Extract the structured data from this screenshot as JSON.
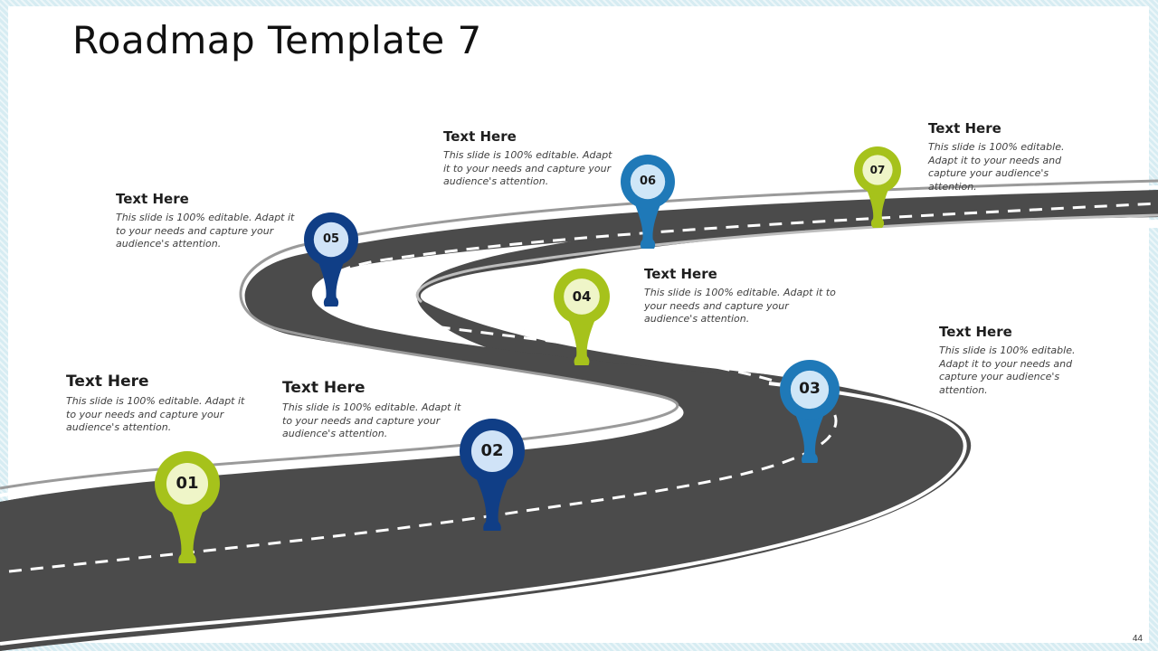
{
  "slide": {
    "title": "Roadmap Template 7",
    "page_number": "44"
  },
  "colors": {
    "road": "#4b4b4b",
    "road_edge": "#ffffff",
    "green": "#a6c21b",
    "green_light": "#eff5c8",
    "blue": "#1f79b8",
    "blue_light": "#cfe6f7",
    "navy": "#103e86",
    "navy_light": "#d0e3f7"
  },
  "milestones": [
    {
      "number": "01",
      "heading": "Text Here",
      "text": "This slide is 100% editable. Adapt it to your needs and capture your audience's attention.",
      "color": "green"
    },
    {
      "number": "02",
      "heading": "Text Here",
      "text": "This slide is 100% editable. Adapt it to your needs and capture your audience's attention.",
      "color": "navy"
    },
    {
      "number": "03",
      "heading": "Text Here",
      "text": "This slide is 100% editable. Adapt it to your needs and capture your audience's attention.",
      "color": "blue"
    },
    {
      "number": "04",
      "heading": "Text Here",
      "text": "This slide is 100% editable. Adapt it to your needs and capture your audience's attention.",
      "color": "green"
    },
    {
      "number": "05",
      "heading": "Text Here",
      "text": "This slide is 100% editable. Adapt it to your needs and capture your audience's attention.",
      "color": "navy"
    },
    {
      "number": "06",
      "heading": "Text Here",
      "text": "This slide is 100% editable. Adapt it to your needs and capture your audience's attention.",
      "color": "blue"
    },
    {
      "number": "07",
      "heading": "Text Here",
      "text": "This slide is 100% editable. Adapt it to your needs and capture your audience's attention.",
      "color": "green"
    }
  ]
}
